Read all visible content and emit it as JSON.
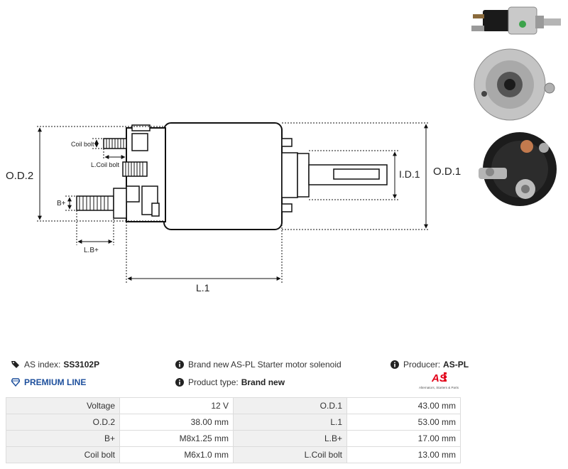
{
  "drawing": {
    "labels": {
      "od2": "O.D.2",
      "od1": "O.D.1",
      "id1": "I.D.1",
      "l1": "L.1",
      "lbplus": "L.B+",
      "bplus": "B+",
      "coil_bolt": "Coil bolt",
      "l_coil_bolt": "L.Coil bolt"
    }
  },
  "info": {
    "as_index_label": "AS index:",
    "as_index_value": "SS3102P",
    "premium_line": "PREMIUM LINE",
    "description": "Brand new AS-PL Starter motor solenoid",
    "product_type_label": "Product type:",
    "product_type_value": "Brand new",
    "producer_label": "Producer:",
    "producer_value": "AS-PL",
    "logo_text": "AS",
    "logo_subtext": "Alternators, Starters & Parts"
  },
  "specs": [
    {
      "l1": "Voltage",
      "v1": "12 V",
      "l2": "O.D.1",
      "v2": "43.00 mm"
    },
    {
      "l1": "O.D.2",
      "v1": "38.00 mm",
      "l2": "L.1",
      "v2": "53.00 mm"
    },
    {
      "l1": "B+",
      "v1": "M8x1.25 mm",
      "l2": "L.B+",
      "v2": "17.00 mm"
    },
    {
      "l1": "Coil bolt",
      "v1": "M6x1.0 mm",
      "l2": "L.Coil bolt",
      "v2": "13.00 mm"
    }
  ],
  "colors": {
    "accent_blue": "#1d4f9c",
    "logo_red": "#e2001a",
    "table_label_bg": "#f0f0f0",
    "table_border": "#dcdcdc"
  }
}
